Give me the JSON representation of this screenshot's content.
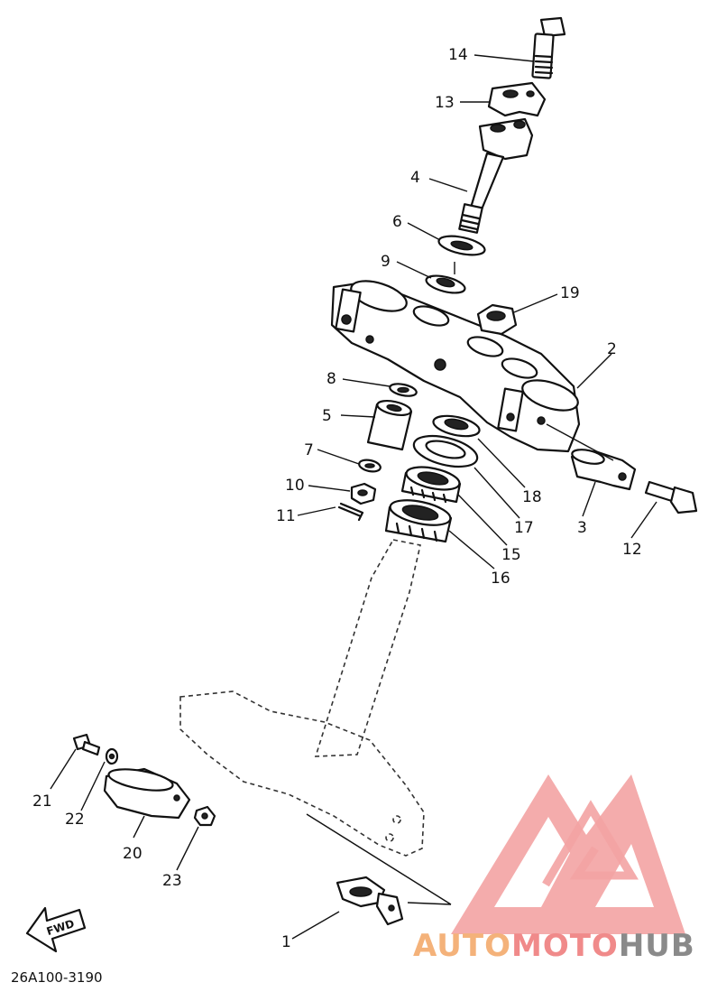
{
  "diagram_code": "26A100-3190",
  "fwd_label": "FWD",
  "watermark": {
    "part1": "AUTO",
    "part2": "MOTO",
    "part3": "HUB",
    "color1": "#f4b27a",
    "color2": "#f08a8a",
    "color3": "#8a8a8a",
    "logo_color": "#f3a3a3"
  },
  "callouts": [
    {
      "num": "14"
    },
    {
      "num": "13"
    },
    {
      "num": "4"
    },
    {
      "num": "6"
    },
    {
      "num": "9"
    },
    {
      "num": "19"
    },
    {
      "num": "2"
    },
    {
      "num": "8"
    },
    {
      "num": "5"
    },
    {
      "num": "18"
    },
    {
      "num": "7"
    },
    {
      "num": "17"
    },
    {
      "num": "10"
    },
    {
      "num": "11"
    },
    {
      "num": "15"
    },
    {
      "num": "16"
    },
    {
      "num": "3"
    },
    {
      "num": "12"
    },
    {
      "num": "21"
    },
    {
      "num": "22"
    },
    {
      "num": "20"
    },
    {
      "num": "23"
    },
    {
      "num": "1"
    }
  ]
}
